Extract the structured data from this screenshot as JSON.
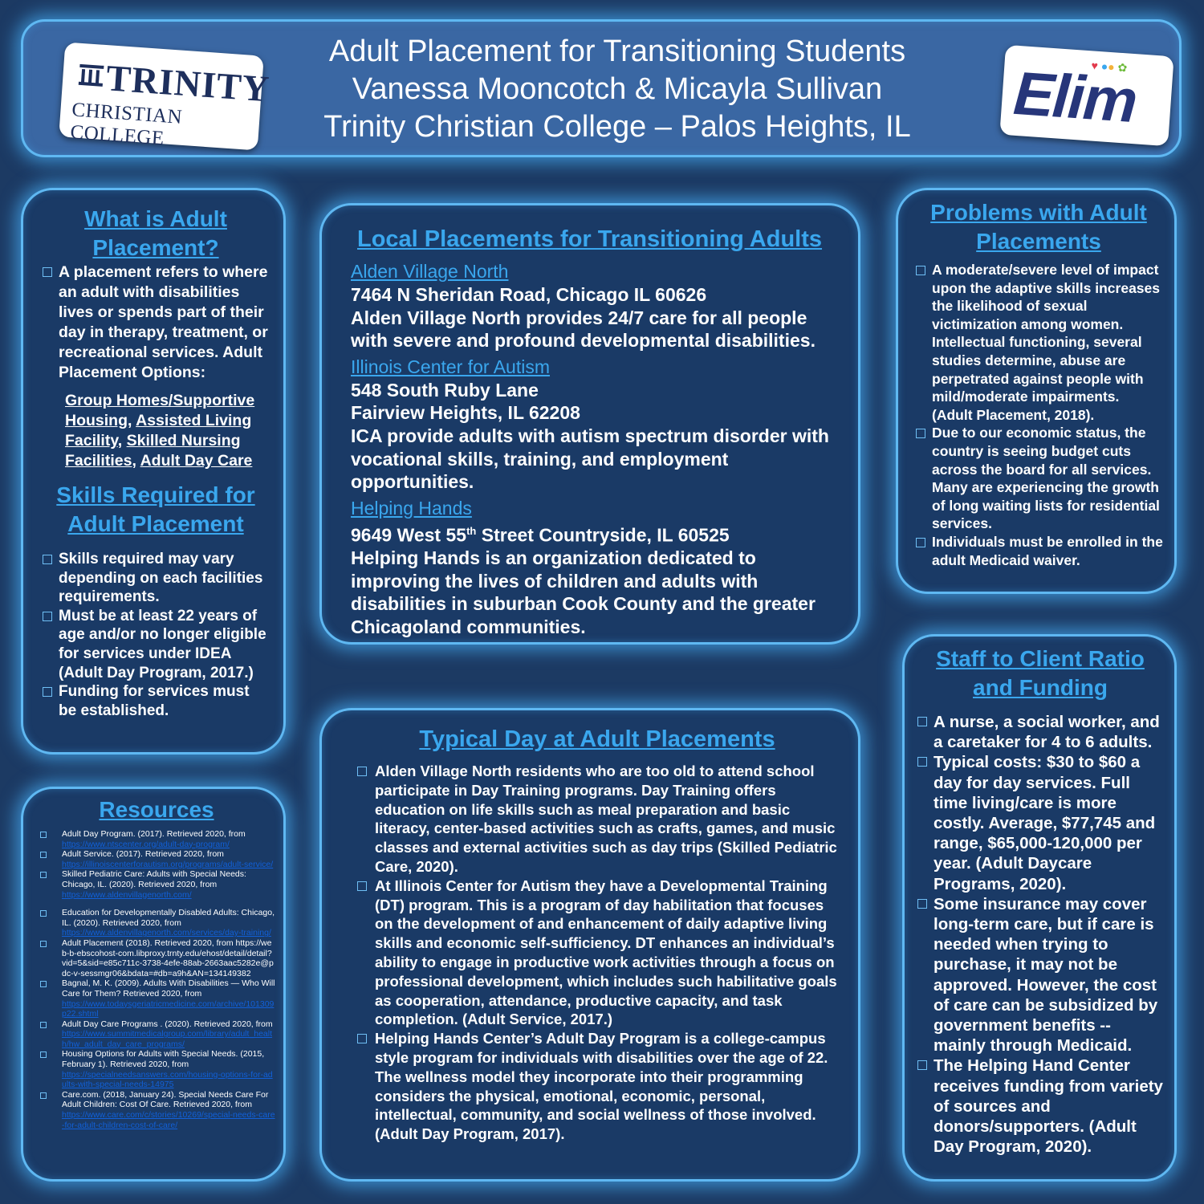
{
  "header": {
    "title": "Adult Placement for Transitioning Students",
    "authors": "Vanessa Mooncotch & Micayla Sullivan",
    "institution": "Trinity Christian College – Palos Heights, IL",
    "logo_left_line1": "TRINITY",
    "logo_left_line2": "CHRISTIAN COLLEGE",
    "logo_right": "Elim"
  },
  "what": {
    "heading": "What is Adult Placement?",
    "bullet": "A placement refers to where an adult with disabilities lives or spends part of their day in therapy, treatment, or recreational services. Adult Placement Options:",
    "options": [
      "Group Homes/Supportive Housing",
      "Assisted Living Facility",
      "Skilled Nursing Facilities",
      "Adult Day Care"
    ]
  },
  "skills": {
    "heading": "Skills Required for Adult Placement",
    "bullets": [
      "Skills required may vary depending on each facilities requirements.",
      "Must be at least 22 years of age and/or no longer eligible for services under IDEA (Adult Day Program, 2017.)",
      "Funding for services must be established."
    ]
  },
  "local": {
    "heading": "Local Placements for Transitioning Adults",
    "sites": [
      {
        "name": "Alden Village North",
        "lines": [
          "7464 N Sheridan Road, Chicago IL 60626",
          "Alden Village North provides 24/7 care for all people with severe and profound developmental disabilities."
        ]
      },
      {
        "name": "Illinois Center for Autism",
        "lines": [
          "548 South Ruby Lane",
          "Fairview Heights, IL 62208",
          "ICA provide adults with autism spectrum disorder with vocational skills, training, and employment opportunities."
        ]
      },
      {
        "name": "Helping Hands",
        "address_pre": "9649 West 55",
        "address_sup": "th",
        "address_post": " Street Countryside, IL 60525",
        "lines": [
          "Helping Hands is an organization dedicated to improving the lives of children and adults with disabilities in suburban Cook County and the greater Chicagoland communities."
        ]
      }
    ]
  },
  "resources": {
    "heading": "Resources",
    "items": [
      {
        "text": "Adult Day Program. (2017). Retrieved 2020, from",
        "url": "https://www.ntscenter.org/adult-day-program/"
      },
      {
        "text": "Adult Service. (2017). Retrieved 2020, from",
        "url": "https://illinoiscenterforautism.org/programs/adult-service/"
      },
      {
        "text": "Skilled Pediatric Care: Adults with Special Needs: Chicago, IL. (2020). Retrieved 2020, from",
        "url": "https://www.aldenvillagenorth.com/"
      },
      {
        "text": "Education for Developmentally Disabled Adults: Chicago, IL. (2020). Retrieved 2020, from",
        "url": "https://www.aldenvillagenorth.com/services/day-training/"
      },
      {
        "text": "Adult Placement (2018). Retrieved 2020, from https://web-b-ebscohost-com.libproxy.trnty.edu/ehost/detail/detail?vid=5&sid=e85c711c-3738-4efe-88ab-2663aac5282e@pdc-v-sessmgr06&bdata=#db=a9h&AN=134149382",
        "url": ""
      },
      {
        "text": "Bagnal, M. K. (2009). Adults With Disabilities — Who Will Care for Them? Retrieved 2020, from",
        "url": "https://www.todaysgeriatricmedicine.com/archive/101309p22.shtml"
      },
      {
        "text": "Adult Day Care Programs . (2020). Retrieved 2020, from",
        "url": "https://www.summitmedicalgroup.com/library/adult_health/hw_adult_day_care_programs/"
      },
      {
        "text": "Housing Options for Adults with Special Needs. (2015, February 1). Retrieved 2020, from",
        "url": "https://specialneedsanswers.com/housing-options-for-adults-with-special-needs-14975"
      },
      {
        "text": "Care.com. (2018, January 24). Special Needs Care For Adult Children: Cost Of Care. Retrieved 2020, from",
        "url": "https://www.care.com/c/stories/10269/special-needs-care-for-adult-children-cost-of-care/"
      }
    ]
  },
  "typical": {
    "heading": "Typical Day at Adult Placements",
    "bullets": [
      "Alden Village North residents who are too old to attend school participate in Day Training programs. Day Training offers education on life skills such as meal preparation and basic literacy, center-based activities such as crafts, games, and music classes and external activities such as day trips (Skilled Pediatric Care, 2020).",
      "At Illinois Center for Autism they have a Developmental Training (DT) program. This is a program of day habilitation that focuses on the development of and enhancement of daily adaptive living skills and economic self-sufficiency. DT enhances an individual’s ability to engage in productive work activities through a focus on professional development, which includes such habilitative goals as cooperation, attendance, productive capacity, and task completion. (Adult Service, 2017.)",
      "Helping Hands Center’s Adult Day Program is a college-campus style program for individuals with disabilities over the age of 22. The wellness model they incorporate into their programming considers the physical, emotional, economic, personal, intellectual, community, and social wellness of those involved. (Adult Day Program, 2017)."
    ]
  },
  "problems": {
    "heading": "Problems with Adult Placements",
    "bullets": [
      "A moderate/severe level of impact upon the adaptive skills increases the likelihood of sexual victimization among women. Intellectual functioning, several studies determine, abuse are perpetrated against people with mild/moderate impairments. (Adult Placement, 2018).",
      "Due to our economic status, the country is seeing budget cuts across the board for all services. Many are experiencing the growth of long waiting lists for residential services.",
      "Individuals must be enrolled in the adult Medicaid waiver."
    ]
  },
  "staff": {
    "heading": "Staff to Client Ratio and Funding",
    "bullets": [
      "A nurse, a social worker, and a caretaker for 4 to 6 adults.",
      "Typical costs: $30 to $60 a day for day services. Full time living/care is more costly. Average, $77,745 and range, $65,000-120,000 per year. (Adult Daycare Programs, 2020).",
      "Some insurance may cover long-term care, but if care is needed when trying to purchase, it may not be approved. However, the cost of care can be subsidized by government benefits -- mainly through Medicaid.",
      "The Helping Hand Center receives funding from variety of sources and donors/supporters. (Adult Day Program, 2020)."
    ]
  },
  "colors": {
    "accent": "#3aa7ee",
    "panel": "#1a3a66",
    "glow": "#5fb8f2",
    "background": "#1c3a63"
  }
}
